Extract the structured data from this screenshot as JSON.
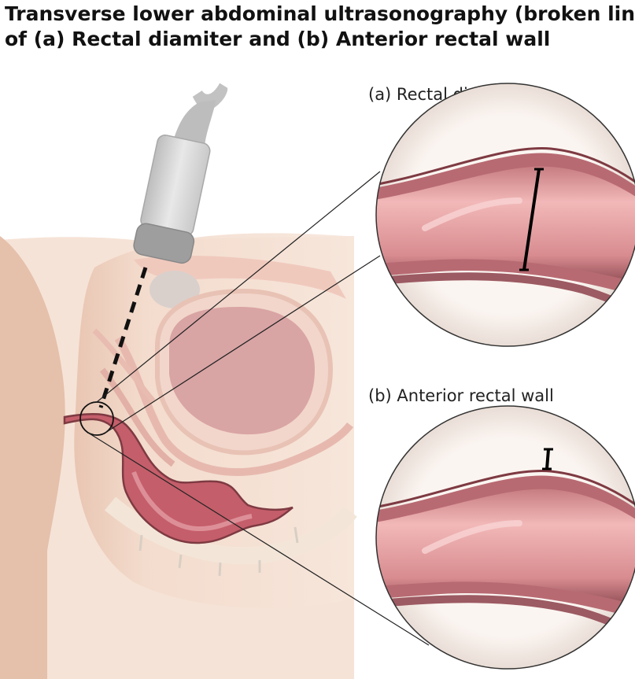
{
  "title": {
    "line1": "Transverse lower abdominal ultrasonography (broken line)",
    "line2": "of (a) Rectal diamiter and (b) Anterior rectal wall"
  },
  "panels": {
    "a": {
      "label": "(a) Rectal diameter"
    },
    "b": {
      "label": "(b) Anterior rectal wall"
    }
  },
  "colors": {
    "skin": "#f3d8c8",
    "organ_fill": "#e8b4b0",
    "rectum": "#c66a72",
    "rectum_dark": "#7e3a42",
    "probe": "#d9d9d9",
    "measure": "#000000"
  }
}
